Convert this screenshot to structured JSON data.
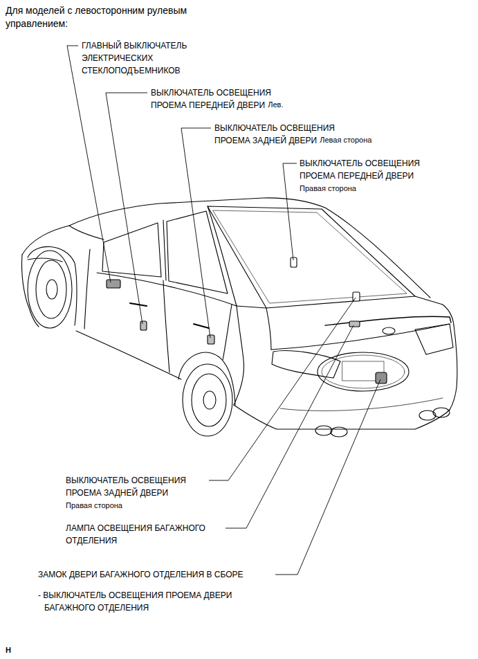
{
  "diagram": {
    "title": "Для моделей с левосторонним рулевым управлением:",
    "labels": [
      "ГЛАВНЫЙ ВЫКЛЮЧАТЕЛЬ ЭЛЕКТРИЧЕСКИХ СТЕКЛОПОДЪЕМНИКОВ",
      "ВЫКЛЮЧАТЕЛЬ ОСВЕЩЕНИЯ ПРОЕМА ПЕРЕДНЕЙ ДВЕРИ",
      "Лев.",
      "ВЫКЛЮЧАТЕЛЬ ОСВЕЩЕНИЯ ПРОЕМА ЗАДНЕЙ ДВЕРИ",
      "Левая сторона",
      "ВЫКЛЮЧАТЕЛЬ ОСВЕЩЕНИЯ ПРОЕМА ПЕРЕДНЕЙ ДВЕРИ",
      "Правая сторона",
      "ВЫКЛЮЧАТЕЛЬ ОСВЕЩЕНИЯ ПРОЕМА ЗАДНЕЙ ДВЕРИ",
      "Правая сторона",
      "ЛАМПА ОСВЕЩЕНИЯ БАГАЖНОГО ОТДЕЛЕНИЯ",
      "ЗАМОК ДВЕРИ БАГАЖНОГО ОТДЕЛЕНИЯ В СБОРЕ",
      "- ВЫКЛЮЧАТЕЛЬ ОСВЕЩЕНИЯ ПРОЕМА ДВЕРИ БАГАЖНОГО ОТДЕЛЕНИЯ",
      "H"
    ]
  }
}
